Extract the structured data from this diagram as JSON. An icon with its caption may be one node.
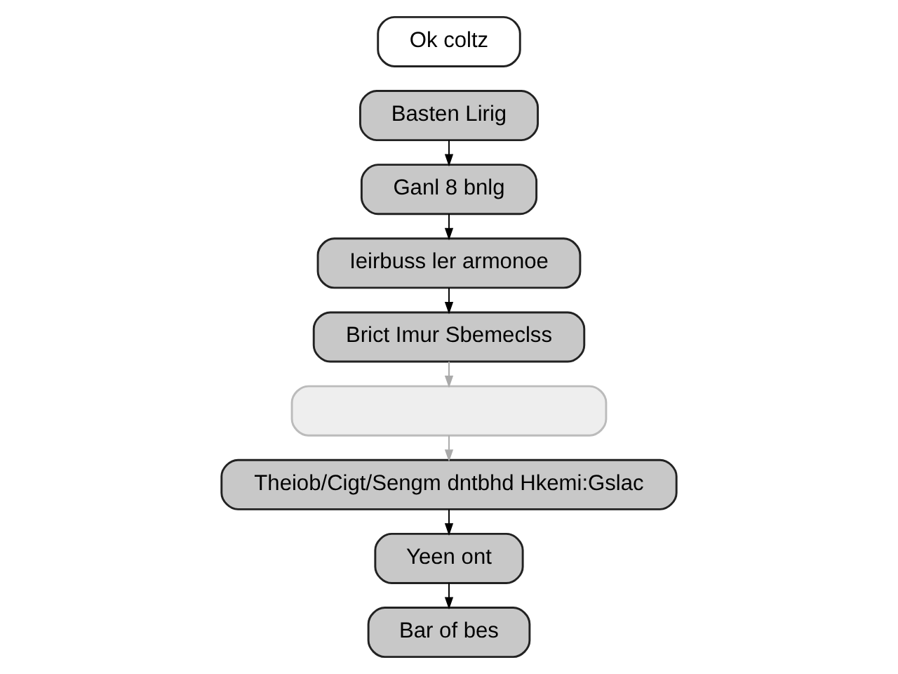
{
  "diagram": {
    "nodes": [
      {
        "text": [
          "Ok coltz"
        ]
      },
      {
        "text": [
          "Basten Lirig"
        ]
      },
      {
        "text": [
          "Ganl 8 bnlg"
        ]
      },
      {
        "text": [
          "Ieirbuss ler armonoe"
        ]
      },
      {
        "text": [
          "Brict Imur Sbemeclss"
        ]
      },
      {
        "text": [],
        "shape": "box"
      },
      {
        "text": [
          "Theiob/Cigt/Sengm dntbhd Hkemi:Gslac"
        ]
      },
      {
        "text": [
          "Yeen ont"
        ]
      },
      {
        "text": [
          "Bar of bes"
        ]
      }
    ],
    "edges": [
      {
        "from": 1,
        "to": 2,
        "arrow": "to"
      },
      {
        "from": 2,
        "to": 3,
        "arrow": "to"
      },
      {
        "from": 3,
        "to": 4,
        "arrow": "to"
      },
      {
        "from": 4,
        "to": 5,
        "arrow": "to",
        "color": "#aaaaaa"
      },
      {
        "from": 5,
        "to": 6,
        "arrow": "to",
        "color": "#aaaaaa"
      },
      {
        "from": 6,
        "to": 7,
        "arrow": "to"
      },
      {
        "from": 7,
        "to": 8,
        "arrow": "to"
      }
    ]
  }
}
